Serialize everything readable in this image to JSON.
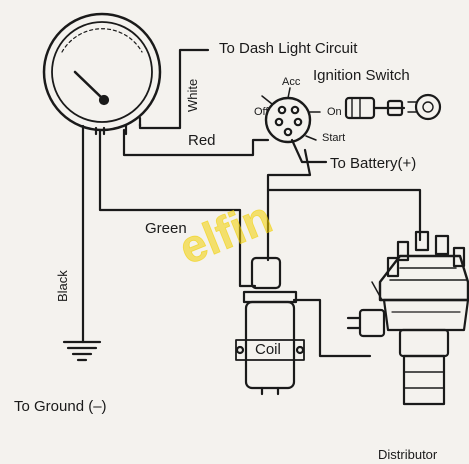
{
  "labels": {
    "dash_light": "To  Dash  Light  Circuit",
    "ignition_switch": "Ignition  Switch",
    "acc": "Acc",
    "off": "Off",
    "on": "On",
    "start": "Start",
    "battery": "To  Battery(+)",
    "white": "White",
    "red": "Red",
    "green": "Green",
    "black": "Black",
    "coil": "Coil",
    "ground": "To  Ground (–)",
    "distributor": "Distributor"
  },
  "watermark": "elfin",
  "colors": {
    "ink": "#1a1a1a",
    "paper": "#f4f2ee",
    "watermark": "#f2d000"
  }
}
